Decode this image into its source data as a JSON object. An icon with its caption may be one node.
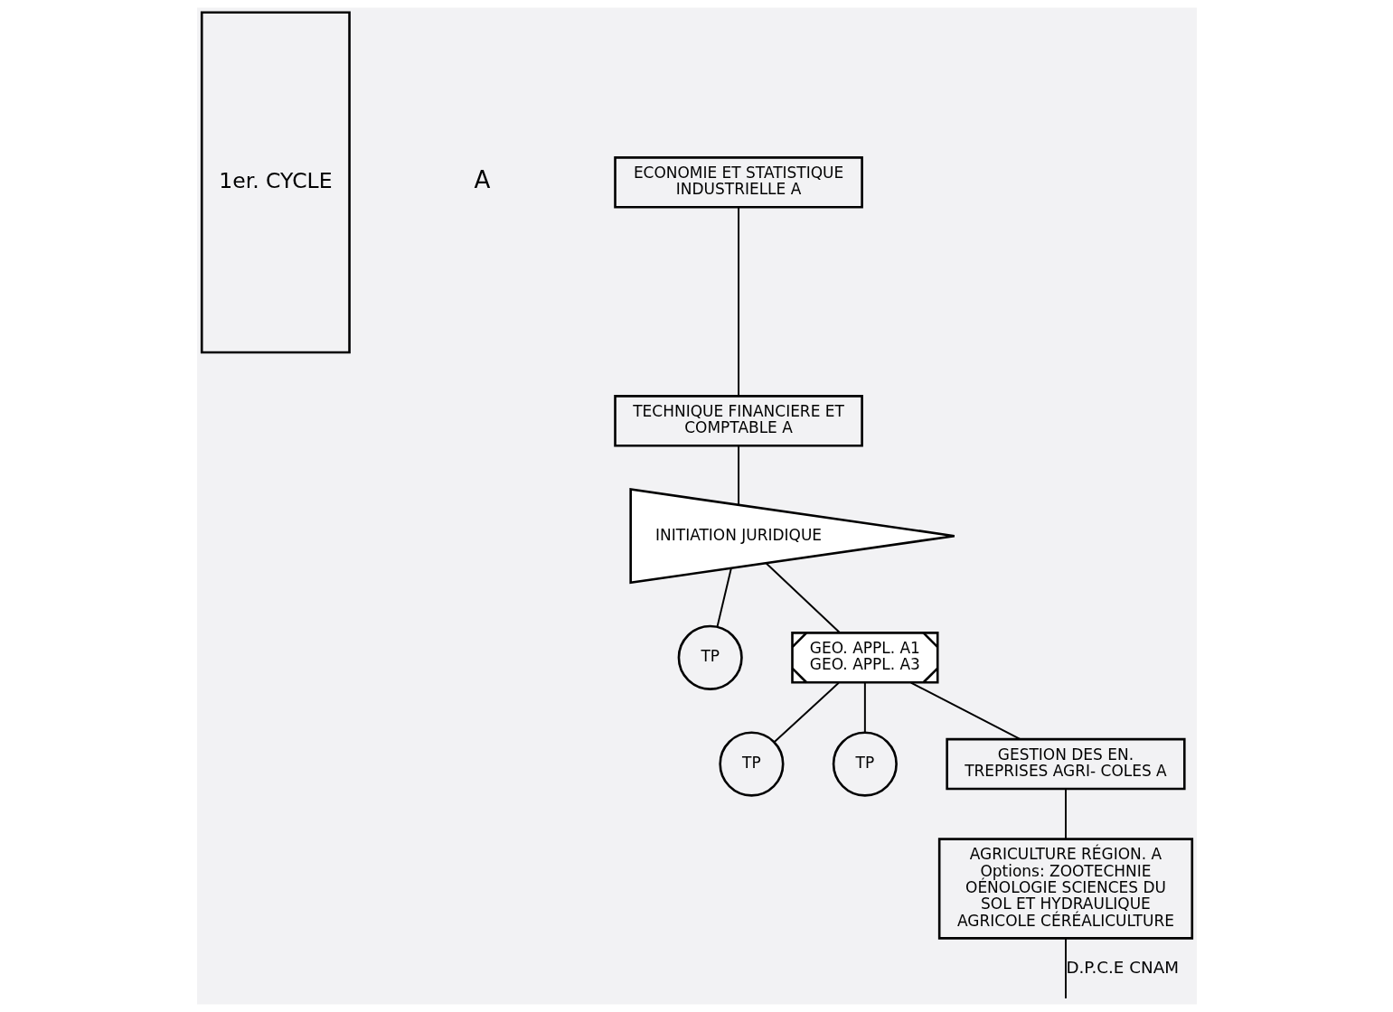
{
  "diagram": {
    "nodes": [
      {
        "text": [
          "1er. CYCLE"
        ]
      },
      {
        "text": [
          "ECONOMIE ET STATISTIQUE INDUSTRIELLE A"
        ]
      },
      {
        "text": [
          "TECHNIQUE FINANCIERE ET COMPTABLE A"
        ]
      },
      {
        "text": [
          "INITIATION JURIDIQUE"
        ]
      },
      {
        "text": [
          "TP"
        ]
      },
      {
        "text": [
          "GEO. APPL. A1",
          "GEO. APPL. A3"
        ]
      },
      {
        "text": [
          "TP"
        ]
      },
      {
        "text": [
          "TP"
        ]
      },
      {
        "text": [
          "GESTION DES EN. TREPRISES AGRI- COLES A"
        ]
      },
      {
        "text": [
          "AGRICULTURE RÉGION. A",
          "Options: ZOOTECHNIE OÉNOLOGIE SCIENCES DU SOL ET HYDRAULIQUE AGRICOLE CÉRÉALICULTURE"
        ]
      }
    ],
    "edges": [
      {
        "from": 1,
        "to": 2,
        "arrow": "none"
      },
      {
        "from": 2,
        "to": 3,
        "arrow": "none"
      },
      {
        "from": 3,
        "to": 4,
        "arrow": "none"
      },
      {
        "from": 3,
        "to": 5,
        "arrow": "none"
      },
      {
        "from": 5,
        "to": 6,
        "arrow": "none"
      },
      {
        "from": 5,
        "to": 7,
        "arrow": "none"
      },
      {
        "from": 5,
        "to": 8,
        "arrow": "none"
      },
      {
        "from": 8,
        "to": 9,
        "arrow": "none"
      },
      {
        "from": 9,
        "to": null,
        "arrow": "none",
        "label": "D.P.C.E CNAM"
      }
    ],
    "labels": [
      "A"
    ]
  }
}
